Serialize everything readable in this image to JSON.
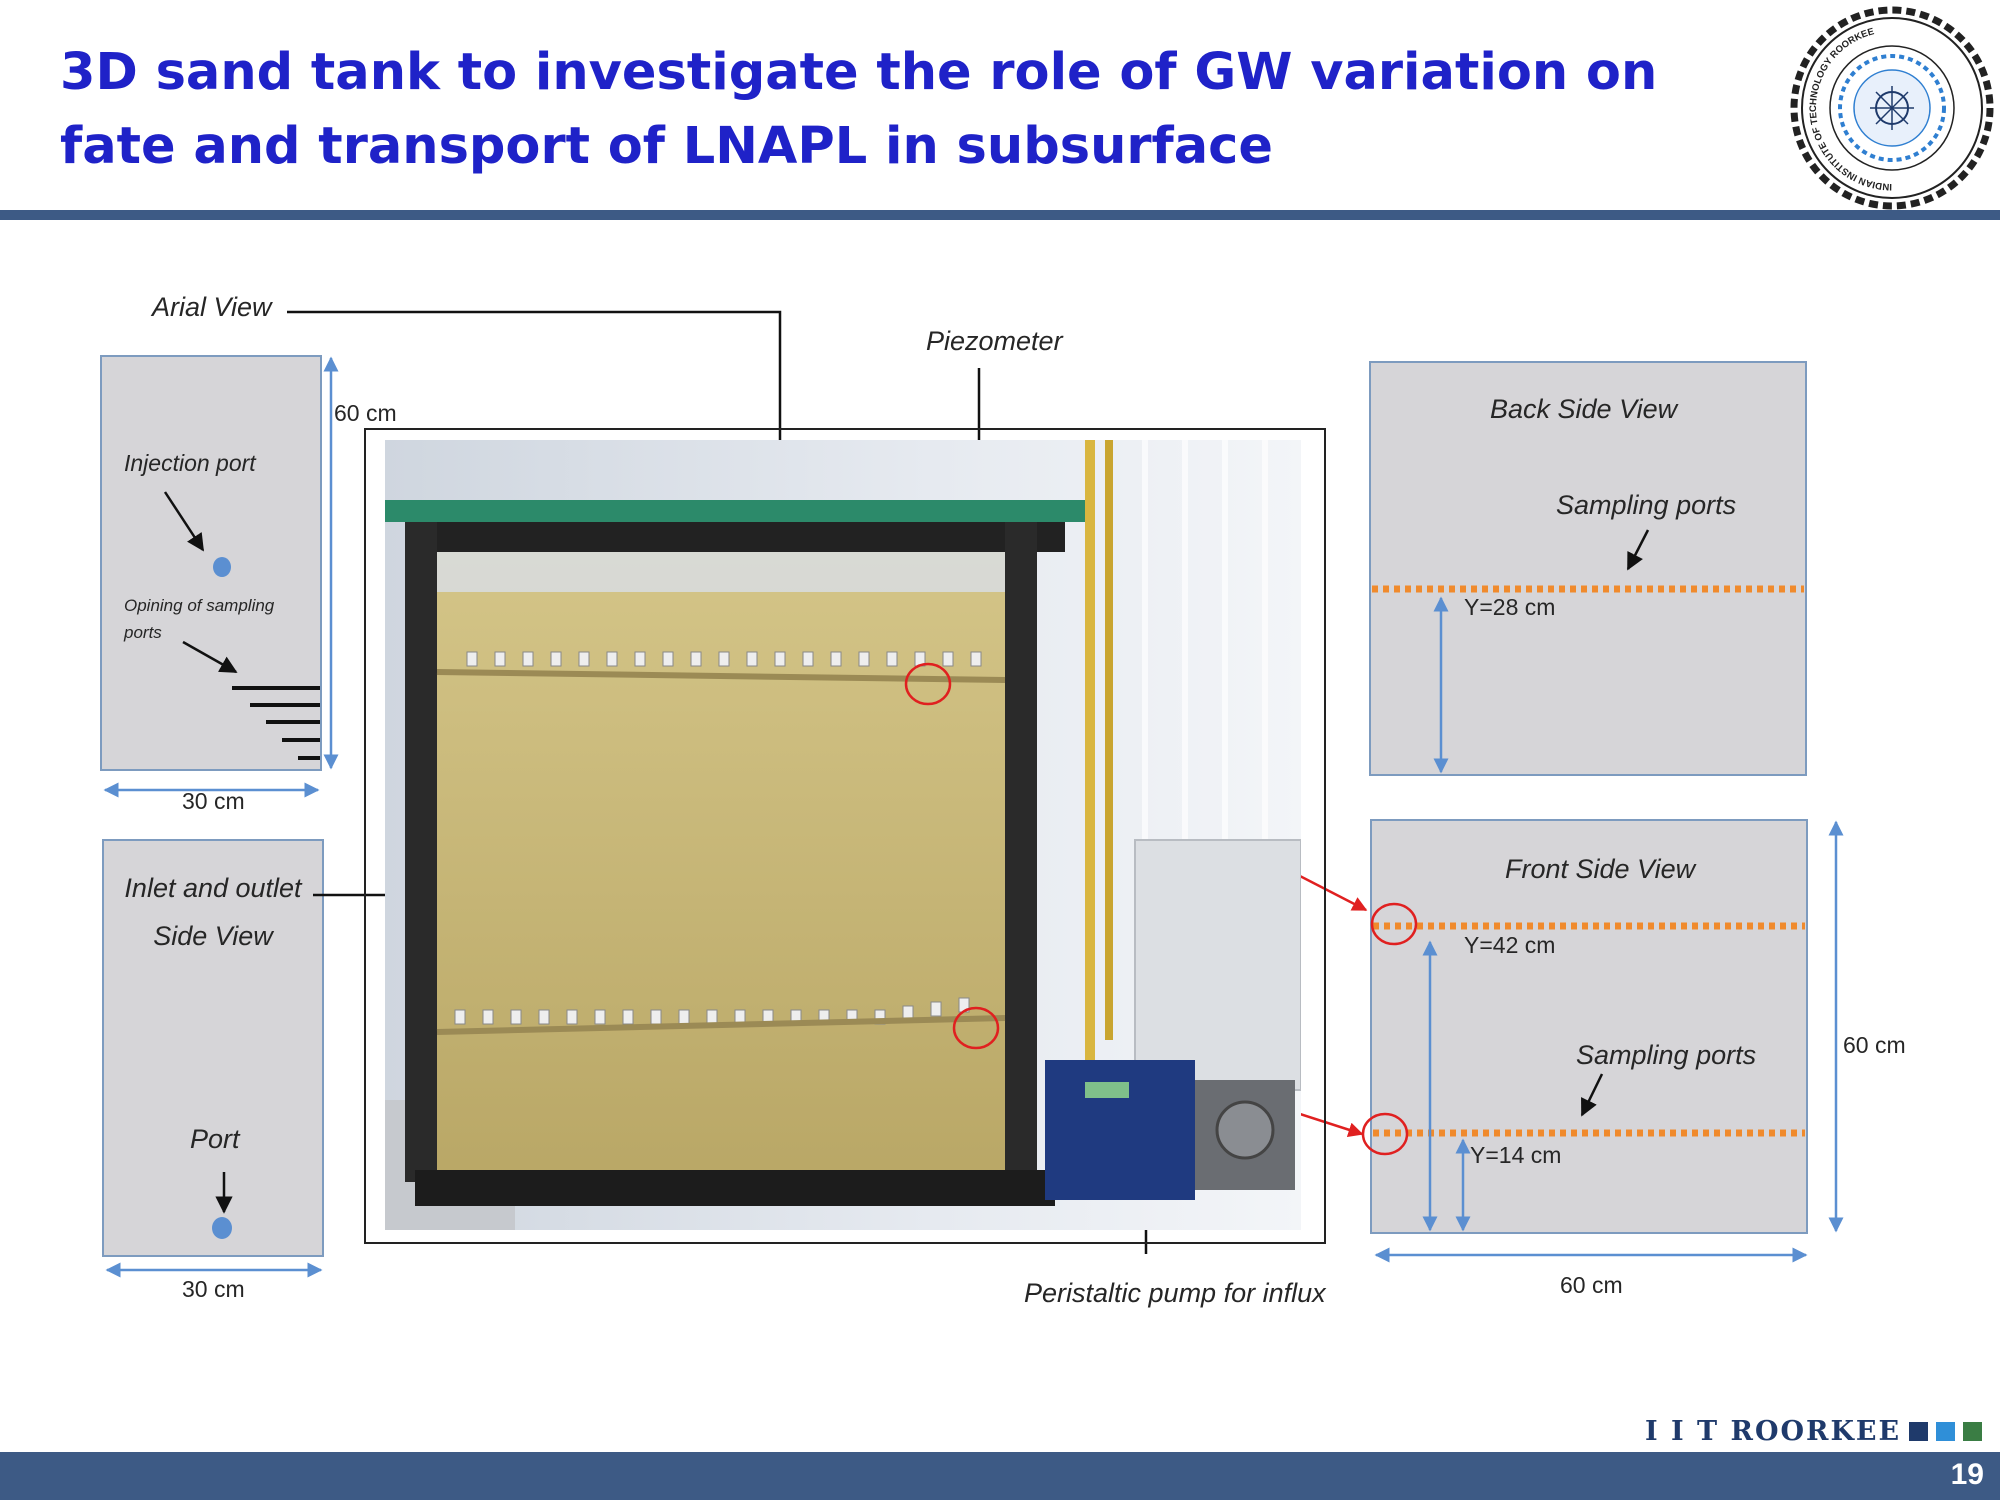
{
  "slide": {
    "title": "3D sand tank to investigate the role of GW variation on fate and transport of LNAPL in subsurface",
    "page_number": "19",
    "brand": "I I T ROORKEE",
    "brand_colors": [
      "#1f3a6b",
      "#2f8fd8",
      "#3a7d44"
    ],
    "title_color": "#1f22c8",
    "bar_color": "#3d5a85",
    "logo": {
      "icon": "iit-roorkee-seal-icon",
      "text": "INDIAN INSTITUTE OF TECHNOLOGY ROORKEE"
    }
  },
  "diagram": {
    "callouts": {
      "arial_view": "Arial View",
      "piezometer": "Piezometer",
      "pump": "Peristaltic  pump for influx"
    },
    "aerial_panel": {
      "injection_port": "Injection port",
      "sampling_openings": "Opining of sampling ports",
      "height": "60 cm",
      "width": "30 cm"
    },
    "inlet_panel": {
      "title": "Inlet and outlet Side View",
      "port": "Port",
      "width": "30 cm"
    },
    "back_panel": {
      "title": "Back Side View",
      "sampling_ports": "Sampling ports",
      "y_level": "Y=28 cm"
    },
    "front_panel": {
      "title": "Front Side View",
      "sampling_ports": "Sampling ports",
      "y_upper": "Y=42 cm",
      "y_lower": "Y=14 cm",
      "height": "60 cm",
      "width": "60 cm"
    },
    "colors": {
      "panel_fill": "#d6d5d8",
      "panel_border": "#7d9bbf",
      "dimension_arrow": "#5b8fd1",
      "sampling_line": "#f08a2c",
      "highlight": "#e02020",
      "sand": "#c9b77d"
    }
  }
}
